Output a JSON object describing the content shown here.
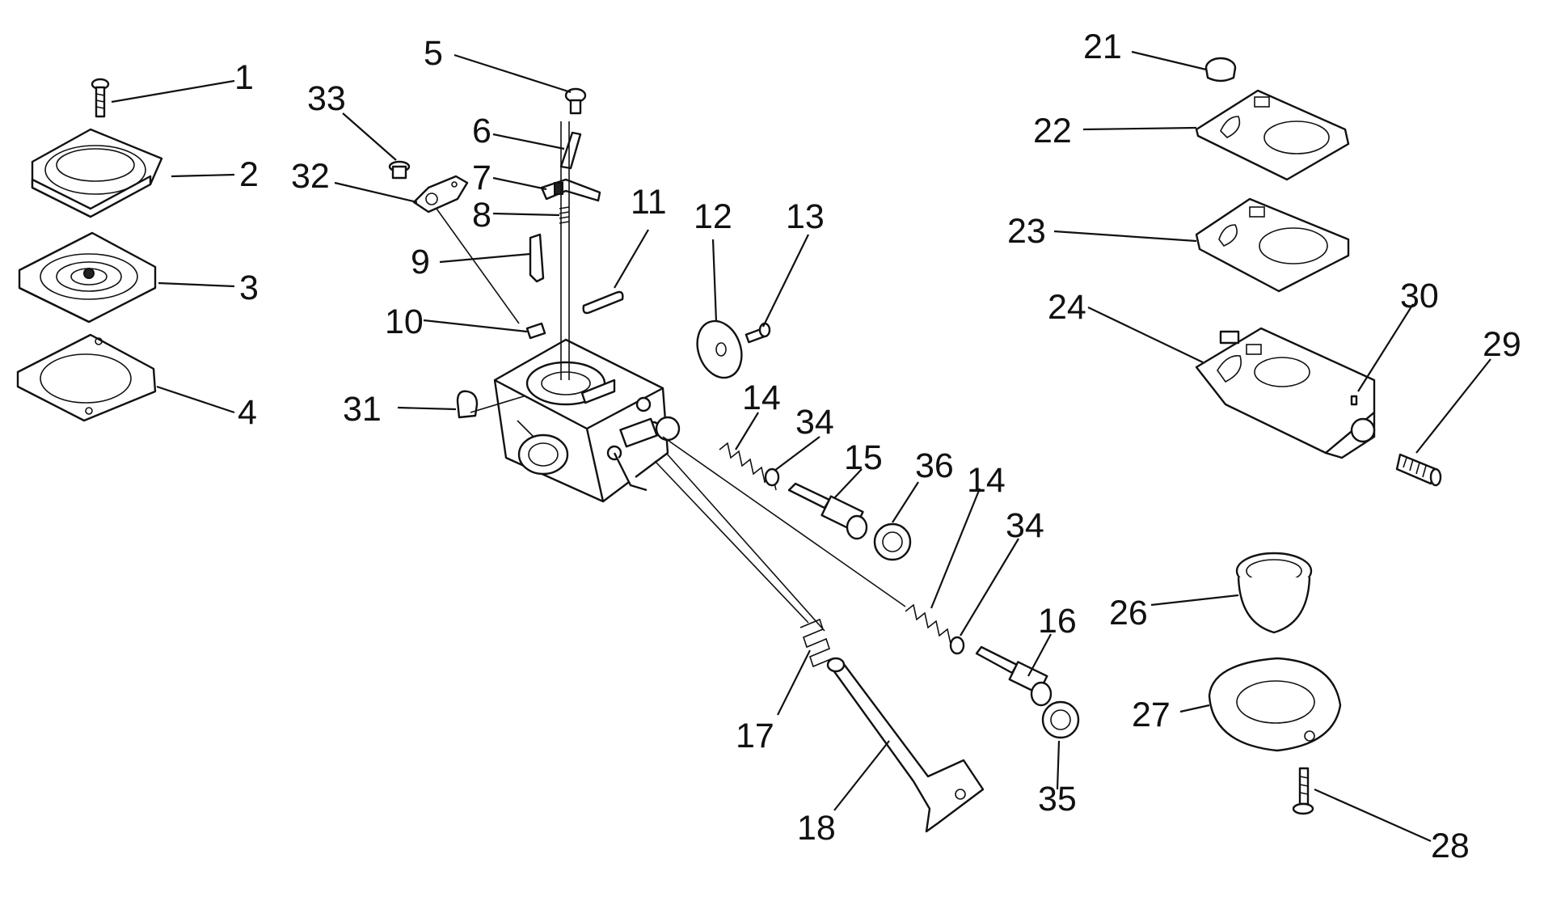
{
  "callouts": [
    {
      "id": "c1",
      "label": "1"
    },
    {
      "id": "c2",
      "label": "2"
    },
    {
      "id": "c3",
      "label": "3"
    },
    {
      "id": "c4",
      "label": "4"
    },
    {
      "id": "c5",
      "label": "5"
    },
    {
      "id": "c6",
      "label": "6"
    },
    {
      "id": "c7",
      "label": "7"
    },
    {
      "id": "c8",
      "label": "8"
    },
    {
      "id": "c9",
      "label": "9"
    },
    {
      "id": "c10",
      "label": "10"
    },
    {
      "id": "c11",
      "label": "11"
    },
    {
      "id": "c12",
      "label": "12"
    },
    {
      "id": "c13",
      "label": "13"
    },
    {
      "id": "c14a",
      "label": "14"
    },
    {
      "id": "c14b",
      "label": "14"
    },
    {
      "id": "c15",
      "label": "15"
    },
    {
      "id": "c16",
      "label": "16"
    },
    {
      "id": "c17",
      "label": "17"
    },
    {
      "id": "c18",
      "label": "18"
    },
    {
      "id": "c21",
      "label": "21"
    },
    {
      "id": "c22",
      "label": "22"
    },
    {
      "id": "c23",
      "label": "23"
    },
    {
      "id": "c24",
      "label": "24"
    },
    {
      "id": "c26",
      "label": "26"
    },
    {
      "id": "c27",
      "label": "27"
    },
    {
      "id": "c28",
      "label": "28"
    },
    {
      "id": "c29",
      "label": "29"
    },
    {
      "id": "c30",
      "label": "30"
    },
    {
      "id": "c31",
      "label": "31"
    },
    {
      "id": "c32",
      "label": "32"
    },
    {
      "id": "c33",
      "label": "33"
    },
    {
      "id": "c34a",
      "label": "34"
    },
    {
      "id": "c34b",
      "label": "34"
    },
    {
      "id": "c35",
      "label": "35"
    },
    {
      "id": "c36",
      "label": "36"
    }
  ]
}
